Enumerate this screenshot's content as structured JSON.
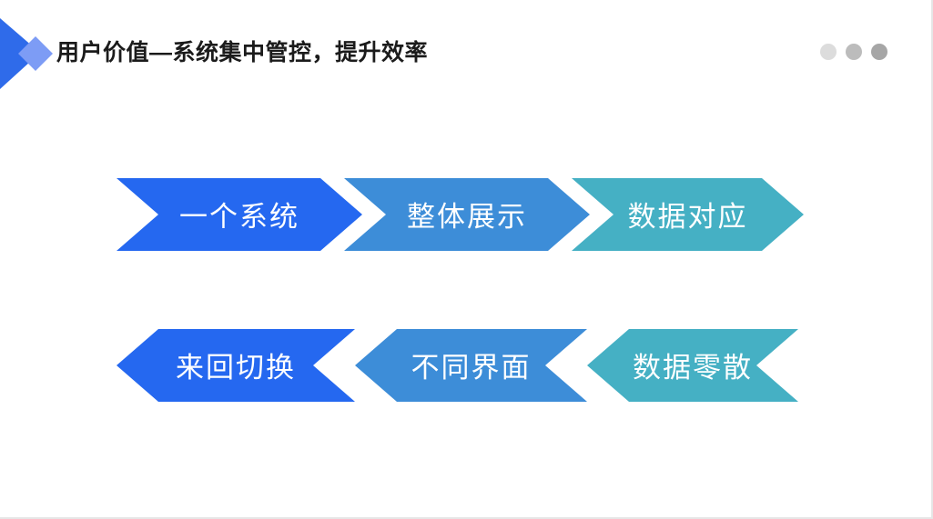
{
  "slide": {
    "title": "用户价值—系统集中管控，提升效率",
    "background_color": "#ffffff",
    "logo": {
      "icon": "diamond-arrow-logo",
      "arrow_color": "#2f6bea",
      "diamond_color": "#7d9cf5"
    },
    "dots": [
      {
        "name": "dot-1",
        "color": "#dcdcdc"
      },
      {
        "name": "dot-2",
        "color": "#bcbcbc"
      },
      {
        "name": "dot-3",
        "color": "#a6a6a6"
      }
    ]
  },
  "rows": [
    {
      "name": "benefits-row",
      "direction": "right",
      "items": [
        {
          "label": "一个系统",
          "color": "#2568f0"
        },
        {
          "label": "整体展示",
          "color": "#3d8dd8"
        },
        {
          "label": "数据对应",
          "color": "#45b0c4"
        }
      ]
    },
    {
      "name": "pain-points-row",
      "direction": "left",
      "items": [
        {
          "label": "来回切换",
          "color": "#2568f0"
        },
        {
          "label": "不同界面",
          "color": "#3d8dd8"
        },
        {
          "label": "数据零散",
          "color": "#45b0c4"
        }
      ]
    }
  ]
}
